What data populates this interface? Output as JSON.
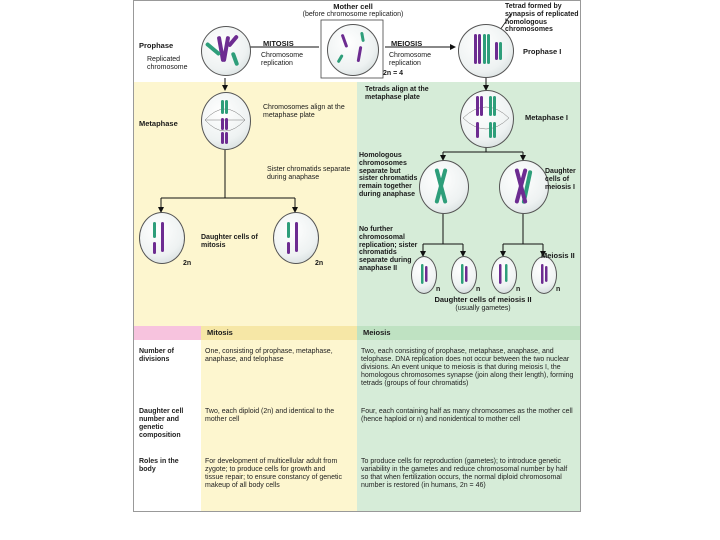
{
  "colors": {
    "mitosis_bg": "#fdf6cf",
    "meiosis_bg": "#d6ecd8",
    "row_header_bg": "#ffffff",
    "table_header_pink": "#f7c3de",
    "table_header_mitosis": "#f6e7a6",
    "table_header_meiosis": "#bfe2c2",
    "chromosome_purple": "#6d2c91",
    "chromosome_green": "#2e9e7a"
  },
  "diagram": {
    "mother_cell_title": "Mother cell",
    "mother_cell_subtitle": "(before chromosome replication)",
    "tetrad_callout": "Tetrad formed by synapsis of replicated homologous chromosomes",
    "stage_prophase": "Prophase",
    "replicated_chromosome": "Replicated chromosome",
    "mitosis_title": "MITOSIS",
    "meiosis_title": "MEIOSIS",
    "chromosome_replication_left": "Chromosome replication",
    "chromosome_replication_right": "Chromosome replication",
    "two_n_equals": "2n = 4",
    "stage_prophase_i": "Prophase I",
    "tetrads_align": "Tetrads align at the metaphase plate",
    "stage_metaphase": "Metaphase",
    "chromosomes_align": "Chromosomes align at the metaphase plate",
    "stage_metaphase_i": "Metaphase I",
    "homologous_separate": "Homologous chromosomes separate but sister chromatids remain together during anaphase",
    "daughter_cells_meiosis_i": "Daughter cells of meiosis I",
    "sister_chromatids_separate": "Sister chromatids separate during anaphase",
    "daughter_cells_mitosis": "Daughter cells of mitosis",
    "label_2n_left": "2n",
    "label_2n_right": "2n",
    "no_further_replication": "No further chromosomal replication; sister chromatids separate during anaphase II",
    "stage_meiosis_ii": "Meiosis II",
    "label_n1": "n",
    "label_n2": "n",
    "label_n3": "n",
    "label_n4": "n",
    "daughter_cells_meiosis_ii": "Daughter cells of meiosis II",
    "usually_gametes": "(usually gametes)"
  },
  "table": {
    "header_mitosis": "Mitosis",
    "header_meiosis": "Meiosis",
    "rows": [
      {
        "label": "Number of divisions",
        "mitosis": "One, consisting of prophase, metaphase, anaphase, and telophase",
        "meiosis": "Two, each consisting of prophase, metaphase, anaphase, and telophase. DNA replication does not occur between the two nuclear divisions. An event unique to meiosis is that during meiosis I, the homologous chromosomes synapse (join along their length), forming tetrads (groups of four chromatids)"
      },
      {
        "label": "Daughter cell number and genetic composition",
        "mitosis": "Two, each diploid (2n) and identical to the mother cell",
        "meiosis": "Four, each containing half as many chromosomes as the mother cell (hence haploid or n) and nonidentical to mother cell"
      },
      {
        "label": "Roles in the body",
        "mitosis": "For development of multicellular adult from zygote; to produce cells for growth and tissue repair; to ensure constancy of genetic makeup of all body cells",
        "meiosis": "To produce cells for reproduction (gametes); to introduce genetic variability in the gametes and reduce chromosomal number by half so that when fertilization occurs, the normal diploid chromosomal number is restored (in humans, 2n = 46)"
      }
    ]
  }
}
